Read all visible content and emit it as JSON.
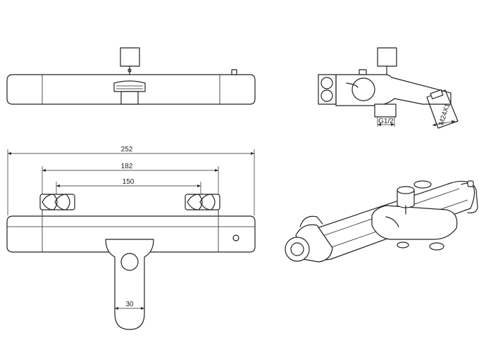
{
  "dimensions": {
    "overall_width": "252",
    "inlet_spacing_outer": "182",
    "inlet_spacing_inner": "150",
    "spout_width": "30"
  },
  "thread_labels": {
    "inlet_thread": "G1/2",
    "outlet_thread": "M24X1"
  }
}
